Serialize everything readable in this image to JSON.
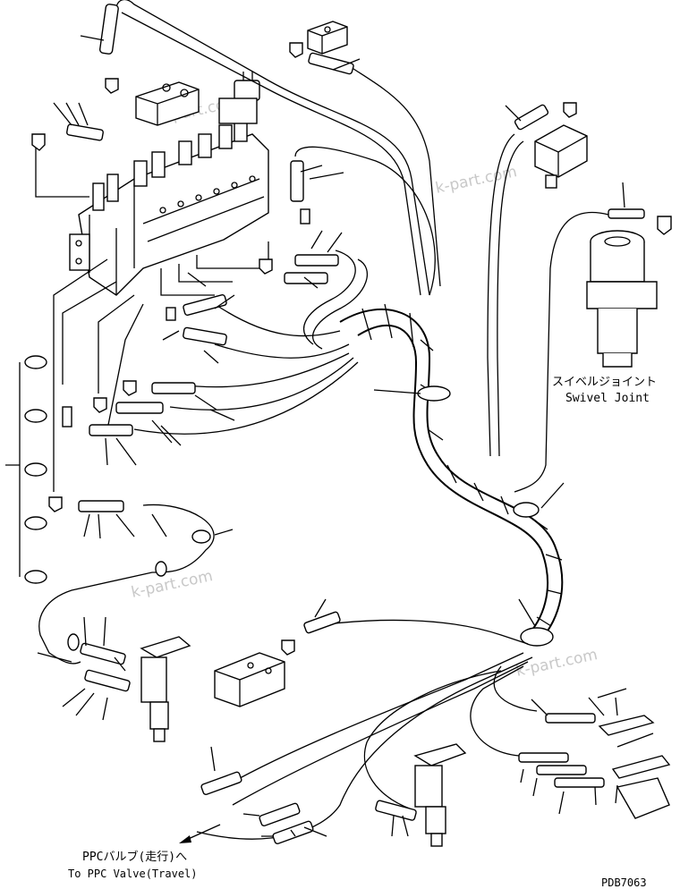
{
  "labels": {
    "swivel_joint_jp": "スイベルジョイント",
    "swivel_joint_en": "Swivel Joint",
    "ppc_valve_jp": "PPCバルブ(走行)へ",
    "ppc_valve_en": "To PPC Valve(Travel)",
    "figure_code": "PDB7063"
  },
  "watermarks": [
    "k-part.com",
    "k-part.com",
    "k-part.com",
    "k-part.com"
  ]
}
